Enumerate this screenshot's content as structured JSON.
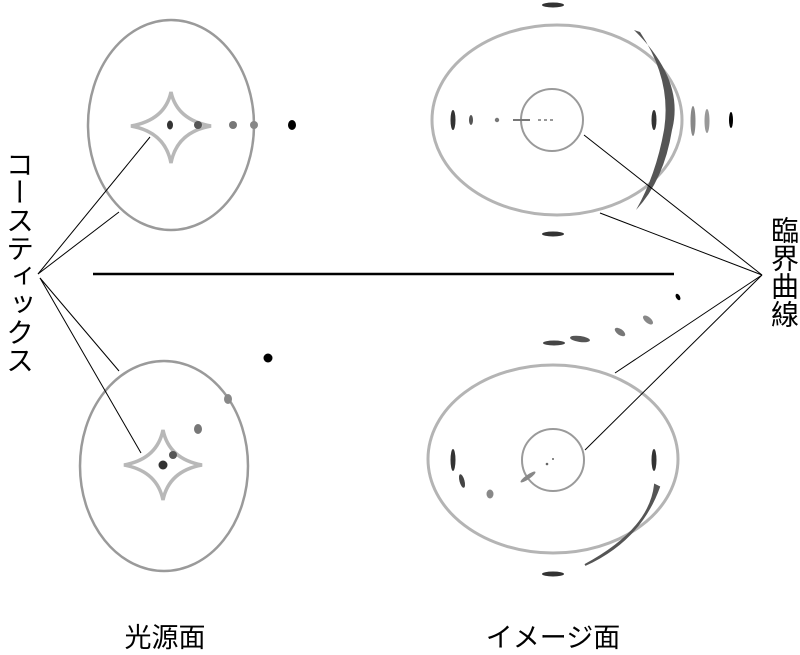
{
  "labels": {
    "caustics": "コースティックス",
    "critical_curves": "臨界曲線",
    "source_plane": "光源面",
    "image_plane": "イメージ面"
  },
  "colors": {
    "light_gray": "#b4b4b4",
    "mid_gray": "#9a9a9a",
    "dark_gray": "#4a4a4a",
    "gray_dot": "#7a7a7a",
    "black": "#000000"
  }
}
